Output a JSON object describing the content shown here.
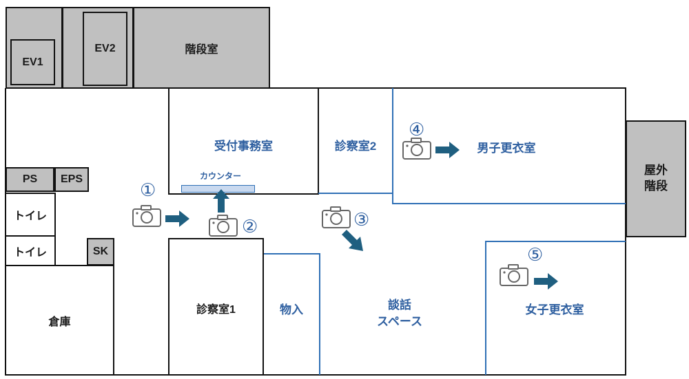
{
  "rooms": {
    "ev1": "EV1",
    "ev2": "EV2",
    "stairs": "階段室",
    "ps": "PS",
    "eps": "EPS",
    "toilet1": "トイレ",
    "toilet2": "トイレ",
    "sk": "SK",
    "storage": "倉庫",
    "reception": "受付事務室",
    "counter": "カウンター",
    "exam2": "診察室2",
    "mens_locker": "男子更衣室",
    "outdoor_stairs": "屋外\n階段",
    "exam1": "診察室1",
    "goods_in": "物入",
    "lounge": "談話\nスペース",
    "womens_locker": "女子更衣室"
  },
  "viewpoints": [
    {
      "number": "①",
      "direction": "right"
    },
    {
      "number": "②",
      "direction": "up"
    },
    {
      "number": "③",
      "direction": "down-right"
    },
    {
      "number": "④",
      "direction": "right"
    },
    {
      "number": "⑤",
      "direction": "right"
    }
  ],
  "colors": {
    "wall": "#111111",
    "gray_room": "#c0c0c0",
    "blue_line": "#2e6fb5",
    "blue_text": "#2e5fa0",
    "arrow": "#1f5f80"
  },
  "icons": {
    "camera": "camera-icon",
    "arrow": "direction-arrow-icon"
  }
}
